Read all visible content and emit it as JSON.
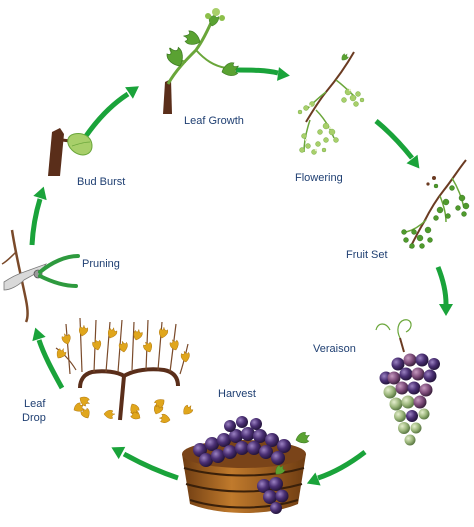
{
  "diagram": {
    "stages": [
      {
        "id": "leaf-growth",
        "label": "Leaf Growth"
      },
      {
        "id": "flowering",
        "label": "Flowering"
      },
      {
        "id": "fruit-set",
        "label": "Fruit Set"
      },
      {
        "id": "veraison",
        "label": "Veraison"
      },
      {
        "id": "harvest",
        "label": "Harvest"
      },
      {
        "id": "leaf-drop",
        "label_line1": "Leaf",
        "label_line2": "Drop"
      },
      {
        "id": "pruning",
        "label": "Pruning"
      },
      {
        "id": "bud-burst",
        "label": "Bud Burst"
      }
    ],
    "colors": {
      "arrow": "#1aa33a",
      "label": "#1f3f72",
      "wood": "#5a2e1a",
      "leaf": "#5aa232",
      "leaf_light": "#a8cf6a",
      "grape": "#4a2f73",
      "grape_light": "#8fae6a",
      "autumn_leaf": "#e0a61c",
      "basket": "#a8651f"
    }
  }
}
